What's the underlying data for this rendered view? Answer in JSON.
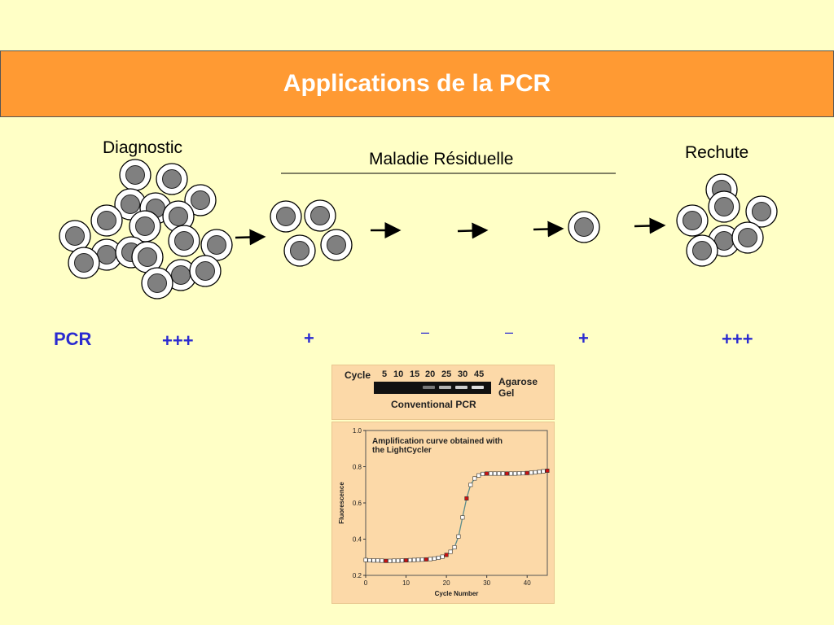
{
  "slide": {
    "title": "Applications de la PCR",
    "background_color": "#ffffc6",
    "title_bar_color": "#ff9a33"
  },
  "stages": {
    "diagnostic": "Diagnostic",
    "residual": "Maladie Résiduelle",
    "relapse": "Rechute"
  },
  "pcr_row": {
    "label": "PCR",
    "values": [
      "+++",
      "+",
      "–",
      "–",
      "+",
      "+++"
    ],
    "color": "#2b2bd0"
  },
  "gel": {
    "cycle_label": "Cycle",
    "cycles": [
      "5",
      "10",
      "15",
      "20",
      "25",
      "30",
      "45"
    ],
    "band_intensity": [
      0,
      0,
      0,
      0.35,
      0.7,
      0.85,
      0.95
    ],
    "side_label_1": "Agarose",
    "side_label_2": "Gel",
    "caption": "Conventional PCR"
  },
  "chart_data": {
    "type": "line",
    "title": "Amplification curve obtained with the LightCycler",
    "xlabel": "Cycle Number",
    "ylabel": "Fluorescence",
    "xlim": [
      0,
      45
    ],
    "ylim": [
      0.2,
      1.0
    ],
    "xticks": [
      0,
      10,
      20,
      30,
      40
    ],
    "yticks": [
      0.2,
      0.4,
      0.6,
      0.8,
      1.0
    ],
    "x": [
      0,
      1,
      2,
      3,
      4,
      5,
      6,
      7,
      8,
      9,
      10,
      11,
      12,
      13,
      14,
      15,
      16,
      17,
      18,
      19,
      20,
      21,
      22,
      23,
      24,
      25,
      26,
      27,
      28,
      29,
      30,
      31,
      32,
      33,
      34,
      35,
      36,
      37,
      38,
      39,
      40,
      41,
      42,
      43,
      44,
      45
    ],
    "y": [
      0.285,
      0.283,
      0.282,
      0.282,
      0.281,
      0.28,
      0.28,
      0.281,
      0.281,
      0.282,
      0.283,
      0.284,
      0.285,
      0.286,
      0.287,
      0.288,
      0.29,
      0.293,
      0.297,
      0.303,
      0.313,
      0.33,
      0.355,
      0.415,
      0.52,
      0.625,
      0.7,
      0.735,
      0.752,
      0.76,
      0.762,
      0.762,
      0.762,
      0.762,
      0.762,
      0.762,
      0.762,
      0.762,
      0.763,
      0.764,
      0.765,
      0.767,
      0.769,
      0.772,
      0.775,
      0.778
    ],
    "highlighted_x": [
      5,
      10,
      15,
      20,
      25,
      30,
      35,
      40,
      45
    ],
    "line_color": "#5a8c8c",
    "highlight_color": "#cc1111",
    "marker_color": "#ffffff"
  }
}
